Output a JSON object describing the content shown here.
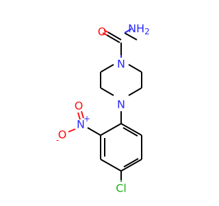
{
  "colors": {
    "carbon_bond": "#000000",
    "nitrogen": "#2a2aff",
    "oxygen": "#ff0d0d",
    "chlorine": "#1fb31f",
    "background": "#ffffff"
  },
  "atoms": {
    "amide_nh2": {
      "main": "NH",
      "sub": "2"
    },
    "amide_o": "O",
    "piperazine_n_top": "N",
    "piperazine_n_bottom": "N",
    "nitro_n": "N",
    "nitro_n_charge": "+",
    "nitro_o_double": "O",
    "nitro_o_single": "O",
    "nitro_o_charge": "-",
    "chloro": "Cl"
  }
}
